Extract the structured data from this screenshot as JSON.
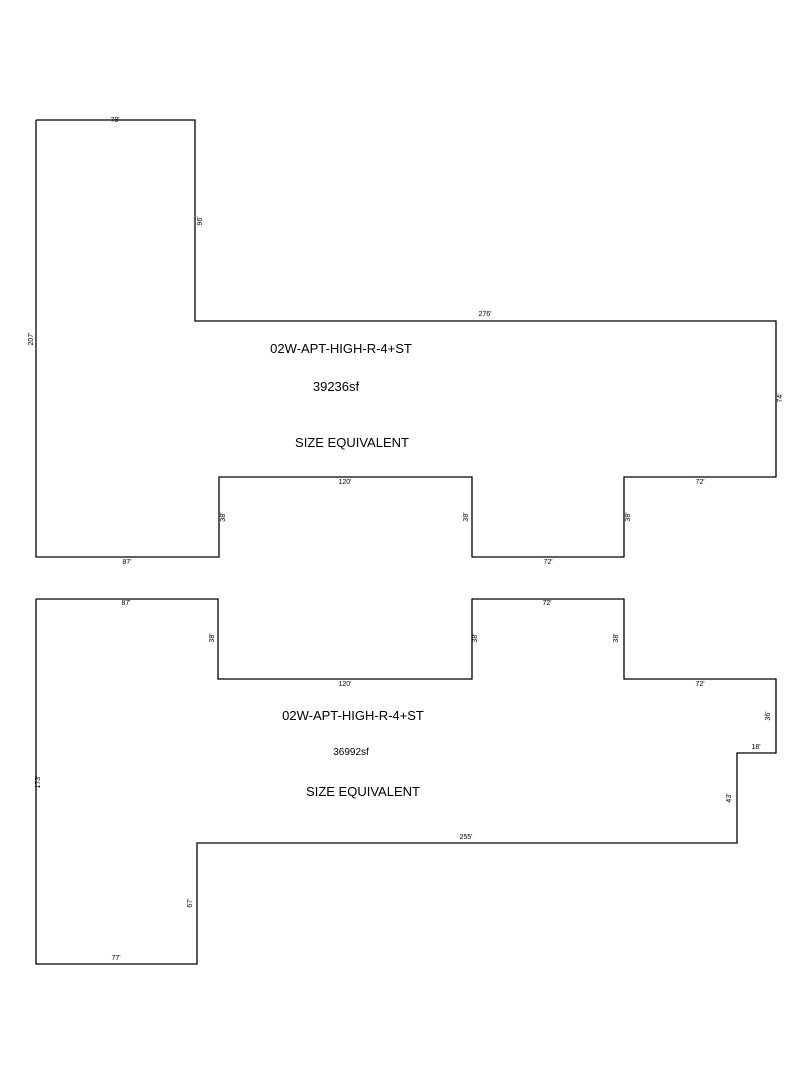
{
  "sketches": [
    {
      "title": "02W-APT-HIGH-R-4+ST",
      "area": "39236sf",
      "note": "SIZE EQUIVALENT",
      "dimensions": [
        "78'",
        "96'",
        "276'",
        "74'",
        "72'",
        "38'",
        "72'",
        "38'",
        "120'",
        "38'",
        "87'",
        "207'"
      ]
    },
    {
      "title": "02W-APT-HIGH-R-4+ST",
      "area": "36992sf",
      "note": "SIZE EQUIVALENT",
      "dimensions": [
        "87'",
        "38'",
        "120'",
        "38'",
        "72'",
        "38'",
        "72'",
        "36'",
        "18'",
        "43'",
        "255'",
        "67'",
        "77'",
        "173'"
      ]
    }
  ]
}
